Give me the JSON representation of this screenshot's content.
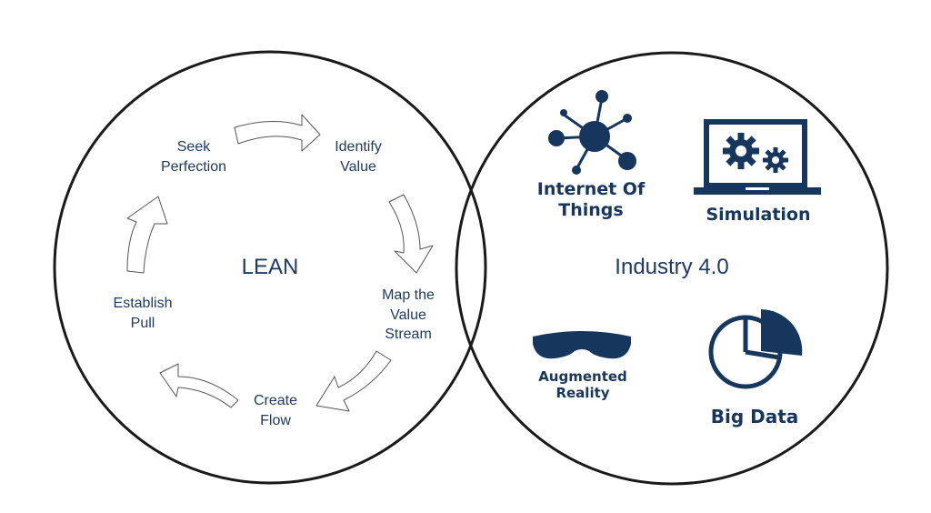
{
  "lean": {
    "title": "LEAN",
    "steps": [
      {
        "label": "Identify\nValue"
      },
      {
        "label": "Map the\nValue\nStream"
      },
      {
        "label": "Create\nFlow"
      },
      {
        "label": "Establish\nPull"
      },
      {
        "label": "Seek\nPerfection"
      }
    ]
  },
  "industry": {
    "title": "Industry 4.0",
    "items": [
      {
        "label": "Internet Of\nThings",
        "icon": "network-icon"
      },
      {
        "label": "Simulation",
        "icon": "laptop-gears-icon"
      },
      {
        "label": "Augmented\nReality",
        "icon": "vr-goggles-icon"
      },
      {
        "label": "Big Data",
        "icon": "pie-chart-icon"
      }
    ]
  },
  "colors": {
    "primary": "#1f3b63",
    "icon": "#17365d",
    "outline": "#1a1a1a"
  }
}
